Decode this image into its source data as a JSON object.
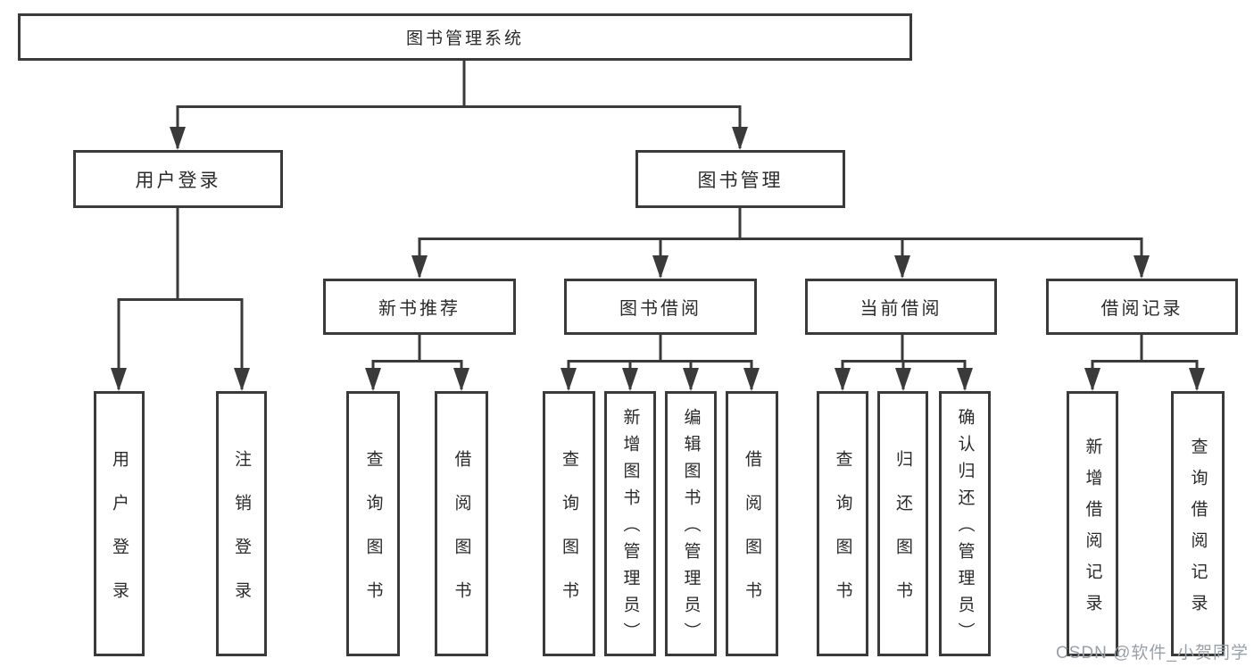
{
  "diagram": {
    "title": "图书管理系统",
    "tree": {
      "label": "图书管理系统",
      "children": [
        {
          "label": "用户登录",
          "children": [
            {
              "label": "用户登录"
            },
            {
              "label": "注销登录"
            }
          ]
        },
        {
          "label": "图书管理",
          "children": [
            {
              "label": "新书推荐",
              "children": [
                {
                  "label": "查询图书"
                },
                {
                  "label": "借阅图书"
                }
              ]
            },
            {
              "label": "图书借阅",
              "children": [
                {
                  "label": "查询图书"
                },
                {
                  "label": "新增图书（管理员）"
                },
                {
                  "label": "编辑图书（管理员）"
                },
                {
                  "label": "借阅图书"
                }
              ]
            },
            {
              "label": "当前借阅",
              "children": [
                {
                  "label": "查询图书"
                },
                {
                  "label": "归还图书"
                },
                {
                  "label": "确认归还（管理员）"
                }
              ]
            },
            {
              "label": "借阅记录",
              "children": [
                {
                  "label": "新增借阅记录"
                },
                {
                  "label": "查询借阅记录"
                }
              ]
            }
          ]
        }
      ]
    }
  },
  "watermark": {
    "text": "CSDN @软件_小贺同学"
  },
  "colors": {
    "line": "#3a3a3a",
    "text": "#2b2b2b",
    "watermark": "#98a0a8",
    "background": "#ffffff"
  }
}
